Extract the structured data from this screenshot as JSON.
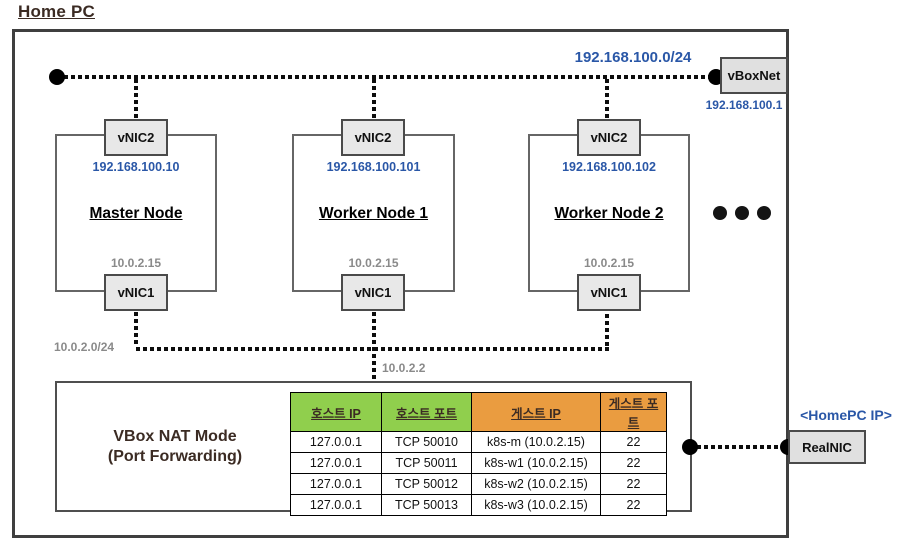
{
  "title": "Home PC",
  "colors": {
    "accent_blue": "#2a57a7",
    "muted_gray": "#8a8a8a",
    "dark_brown_text": "#3b2b23",
    "table_header_green": "#90cf4d",
    "table_header_orange": "#ea9c40",
    "nic_fill_gray": "#e8e8e8"
  },
  "icons": {
    "connection_dot": "filled-circle",
    "more_nodes_ellipsis": "three-filled-circles"
  },
  "top_network": {
    "subnet_label": "192.168.100.0/24",
    "vboxnet": {
      "label": "vBoxNet",
      "ip": "192.168.100.1"
    }
  },
  "nodes": [
    {
      "name": "Master Node",
      "nic_top_label": "vNIC2",
      "nic_top_ip": "192.168.100.10",
      "nic_bottom_label": "vNIC1",
      "nic_bottom_ip": "10.0.2.15"
    },
    {
      "name": "Worker Node 1",
      "nic_top_label": "vNIC2",
      "nic_top_ip": "192.168.100.101",
      "nic_bottom_label": "vNIC1",
      "nic_bottom_ip": "10.0.2.15"
    },
    {
      "name": "Worker Node 2",
      "nic_top_label": "vNIC2",
      "nic_top_ip": "192.168.100.102",
      "nic_bottom_label": "vNIC1",
      "nic_bottom_ip": "10.0.2.15"
    }
  ],
  "bottom_network": {
    "subnet_label": "10.0.2.0/24",
    "gateway_ip": "10.0.2.2"
  },
  "nat": {
    "title_line1": "VBox NAT Mode",
    "title_line2": "(Port Forwarding)",
    "table": {
      "headers": [
        "호스트 IP",
        "호스트 포트",
        "게스트 IP",
        "게스트 포트"
      ],
      "rows": [
        [
          "127.0.0.1",
          "TCP 50010",
          "k8s-m (10.0.2.15)",
          "22"
        ],
        [
          "127.0.0.1",
          "TCP 50011",
          "k8s-w1 (10.0.2.15)",
          "22"
        ],
        [
          "127.0.0.1",
          "TCP 50012",
          "k8s-w2 (10.0.2.15)",
          "22"
        ],
        [
          "127.0.0.1",
          "TCP 50013",
          "k8s-w3 (10.0.2.15)",
          "22"
        ]
      ]
    }
  },
  "real_nic": {
    "label": "RealNIC",
    "ip_label": "<HomePC IP>"
  }
}
